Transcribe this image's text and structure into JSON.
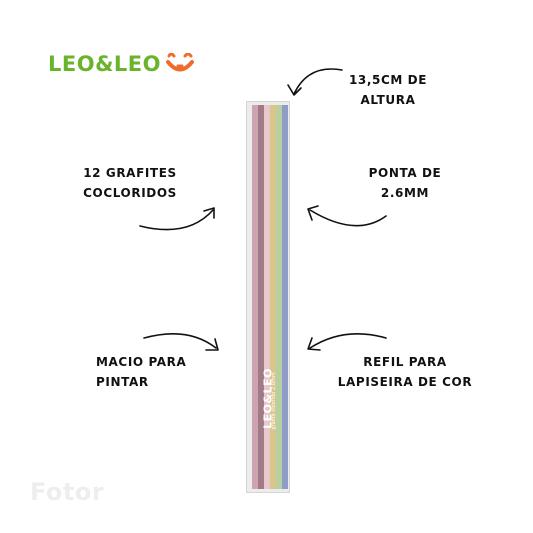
{
  "logo": {
    "text_left": "LEO",
    "amp": "&",
    "text_right": "LEO",
    "face_icon": "smile-face-icon",
    "color": "#6ab42d"
  },
  "labels": {
    "height": {
      "line1": "13,5CM DE",
      "line2": "ALTURA"
    },
    "leads": {
      "line1": "12 GRAFITES",
      "line2": "COCLORIDOS"
    },
    "tip": {
      "line1": "PONTA DE",
      "line2": "2.6MM"
    },
    "soft": {
      "line1": "MACIO PARA",
      "line2": "PINTAR"
    },
    "refill": {
      "line1": "REFIL PARA",
      "line2": "LAPISEIRA DE COR"
    }
  },
  "tube": {
    "brand": "LEO&LEO",
    "subtitle": "grafite colorido 2.6mm",
    "lead_colors": [
      "#cda3b0",
      "#a07a86",
      "#e8c8cc",
      "#d8c68c",
      "#b8cfa0",
      "#8f9cc8"
    ]
  },
  "watermark": "Fotor"
}
